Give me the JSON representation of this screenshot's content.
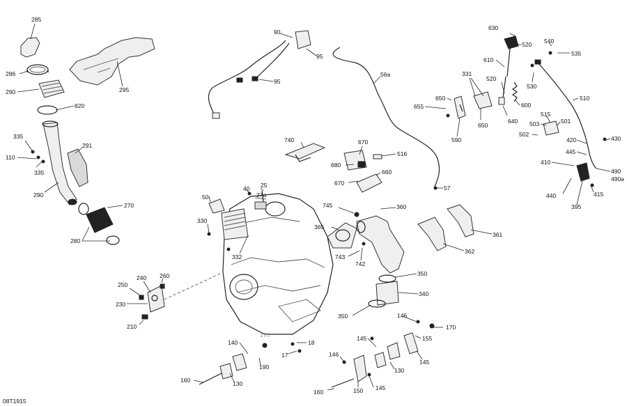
{
  "document_id": "08T1915",
  "callouts": [
    {
      "id": "c285",
      "text": "285"
    },
    {
      "id": "c286",
      "text": "286"
    },
    {
      "id": "c290a",
      "text": "290"
    },
    {
      "id": "c820",
      "text": "820"
    },
    {
      "id": "c295",
      "text": "295"
    },
    {
      "id": "c335a",
      "text": "335"
    },
    {
      "id": "c110",
      "text": "110"
    },
    {
      "id": "c335b",
      "text": "335"
    },
    {
      "id": "c291",
      "text": "291"
    },
    {
      "id": "c290b",
      "text": "290"
    },
    {
      "id": "c270",
      "text": "270"
    },
    {
      "id": "c280",
      "text": "280"
    },
    {
      "id": "c90",
      "text": "90"
    },
    {
      "id": "c95a",
      "text": "95"
    },
    {
      "id": "c95b",
      "text": "95"
    },
    {
      "id": "c56a",
      "text": "56a"
    },
    {
      "id": "c57",
      "text": "57"
    },
    {
      "id": "c740",
      "text": "740"
    },
    {
      "id": "c670a",
      "text": "670"
    },
    {
      "id": "c516",
      "text": "516"
    },
    {
      "id": "c680",
      "text": "680"
    },
    {
      "id": "c660",
      "text": "660"
    },
    {
      "id": "c670b",
      "text": "670"
    },
    {
      "id": "c630",
      "text": "630"
    },
    {
      "id": "c520a",
      "text": "520"
    },
    {
      "id": "c540",
      "text": "540"
    },
    {
      "id": "c535",
      "text": "535"
    },
    {
      "id": "c610",
      "text": "610"
    },
    {
      "id": "c331",
      "text": "331"
    },
    {
      "id": "c520b",
      "text": "520"
    },
    {
      "id": "c530",
      "text": "530"
    },
    {
      "id": "c510",
      "text": "510"
    },
    {
      "id": "c655",
      "text": "655"
    },
    {
      "id": "c650a",
      "text": "650"
    },
    {
      "id": "c600",
      "text": "600"
    },
    {
      "id": "c650b",
      "text": "650"
    },
    {
      "id": "c640",
      "text": "640"
    },
    {
      "id": "c515",
      "text": "515"
    },
    {
      "id": "c503",
      "text": "503"
    },
    {
      "id": "c501",
      "text": "501"
    },
    {
      "id": "c502",
      "text": "502"
    },
    {
      "id": "c590",
      "text": "590"
    },
    {
      "id": "c420",
      "text": "420"
    },
    {
      "id": "c430",
      "text": "430"
    },
    {
      "id": "c445",
      "text": "445"
    },
    {
      "id": "c410",
      "text": "410"
    },
    {
      "id": "c490",
      "text": "490"
    },
    {
      "id": "c490a",
      "text": "490a"
    },
    {
      "id": "c440",
      "text": "440"
    },
    {
      "id": "c415",
      "text": "415"
    },
    {
      "id": "c395",
      "text": "395"
    },
    {
      "id": "c40",
      "text": "40"
    },
    {
      "id": "c25",
      "text": "25"
    },
    {
      "id": "c27a",
      "text": "27a"
    },
    {
      "id": "c50",
      "text": "50"
    },
    {
      "id": "c330",
      "text": "330"
    },
    {
      "id": "c332",
      "text": "332"
    },
    {
      "id": "c745",
      "text": "745"
    },
    {
      "id": "c360",
      "text": "360"
    },
    {
      "id": "c365",
      "text": "365"
    },
    {
      "id": "c743",
      "text": "743"
    },
    {
      "id": "c742",
      "text": "742"
    },
    {
      "id": "c361",
      "text": "361"
    },
    {
      "id": "c362",
      "text": "362"
    },
    {
      "id": "c350a",
      "text": "350"
    },
    {
      "id": "c340",
      "text": "340"
    },
    {
      "id": "c350b",
      "text": "350"
    },
    {
      "id": "c240",
      "text": "240"
    },
    {
      "id": "c260",
      "text": "260"
    },
    {
      "id": "c250",
      "text": "250"
    },
    {
      "id": "c230",
      "text": "230"
    },
    {
      "id": "c210",
      "text": "210"
    },
    {
      "id": "c170a",
      "text": "170"
    },
    {
      "id": "c18",
      "text": "18"
    },
    {
      "id": "c140",
      "text": "140"
    },
    {
      "id": "c17",
      "text": "17"
    },
    {
      "id": "c190",
      "text": "190"
    },
    {
      "id": "c130a",
      "text": "130"
    },
    {
      "id": "c160a",
      "text": "160"
    },
    {
      "id": "c146a",
      "text": "146"
    },
    {
      "id": "c170b",
      "text": "170"
    },
    {
      "id": "c145a",
      "text": "145"
    },
    {
      "id": "c155",
      "text": "155"
    },
    {
      "id": "c146b",
      "text": "146"
    },
    {
      "id": "c145b",
      "text": "145"
    },
    {
      "id": "c130b",
      "text": "130"
    },
    {
      "id": "c160b",
      "text": "160"
    },
    {
      "id": "c150",
      "text": "150"
    },
    {
      "id": "c145c",
      "text": "145"
    }
  ]
}
